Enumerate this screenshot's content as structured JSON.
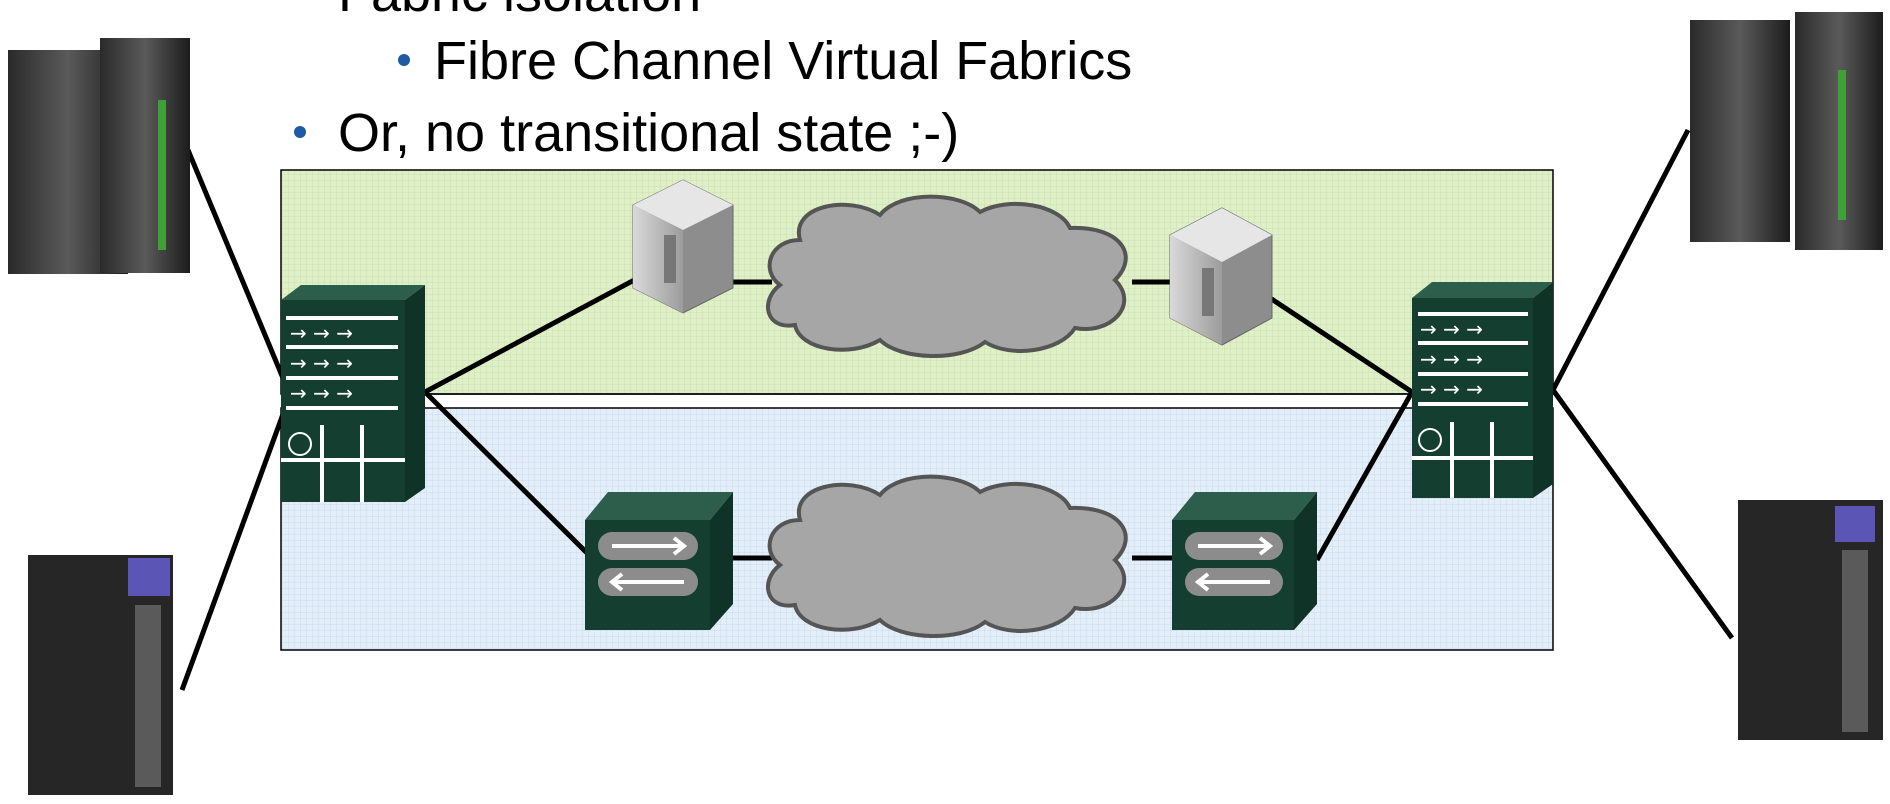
{
  "bullets": {
    "line1": "Fabric isolation",
    "line2": "Fibre Channel Virtual Fabrics",
    "line3": "Or, no transitional state ;-)"
  },
  "colors": {
    "green_zone": "#dff0c9",
    "blue_zone": "#e3eef9",
    "switch_green": "#143f30",
    "cloud_grey": "#a6a6a6",
    "bullet_blue": "#1f5aa6"
  }
}
